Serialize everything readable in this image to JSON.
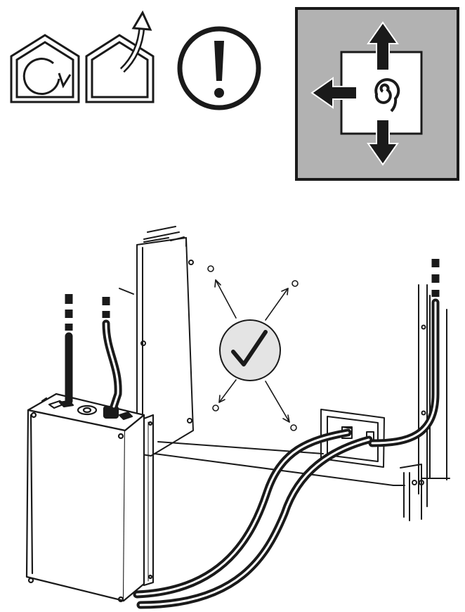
{
  "figure": {
    "background": "#ffffff",
    "ink": "#1a1a1a",
    "panel_fill": "#b2b2b2",
    "checkmark_fill": "#e4e4e4"
  },
  "icons": [
    {
      "name": "indoor-recirculation-icon"
    },
    {
      "name": "outdoor-exhaust-icon"
    },
    {
      "name": "warning-exclamation-icon"
    },
    {
      "name": "airflow-directions-panel"
    }
  ],
  "installation": {
    "components": [
      "wall-mount-bracket",
      "control-unit-box",
      "wall-outlet-plate",
      "cable-duct",
      "power-cables"
    ],
    "valid_mounting_positions": 4,
    "approved_symbol": "check-mark"
  }
}
